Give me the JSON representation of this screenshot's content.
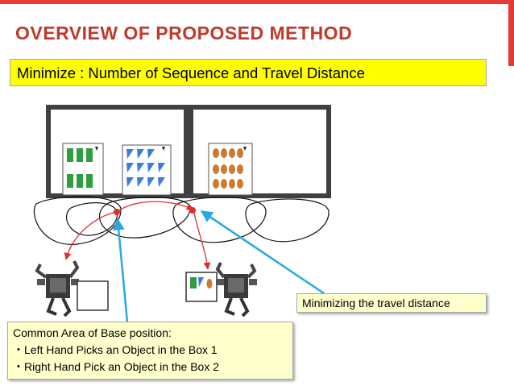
{
  "title": "OVERVIEW OF PROPOSED METHOD",
  "banner": "Minimize : Number of Sequence and Travel Distance",
  "callout_right": "Minimizing the travel distance",
  "callout_left": {
    "heading": "Common Area of Base position:",
    "line1": "・Left Hand Picks an Object in the Box 1",
    "line2": "・Right Hand Pick an Object in the Box 2"
  },
  "colors": {
    "title": "#c0392b",
    "banner_bg": "#ffff00",
    "callout_bg": "#ffffcc",
    "accent": "#e53935",
    "pointer": "#29a8e0",
    "path": "#d93030",
    "frame": "#404040",
    "green": "#2e9e3e",
    "blue": "#3a7de0",
    "orange": "#d07a30"
  }
}
